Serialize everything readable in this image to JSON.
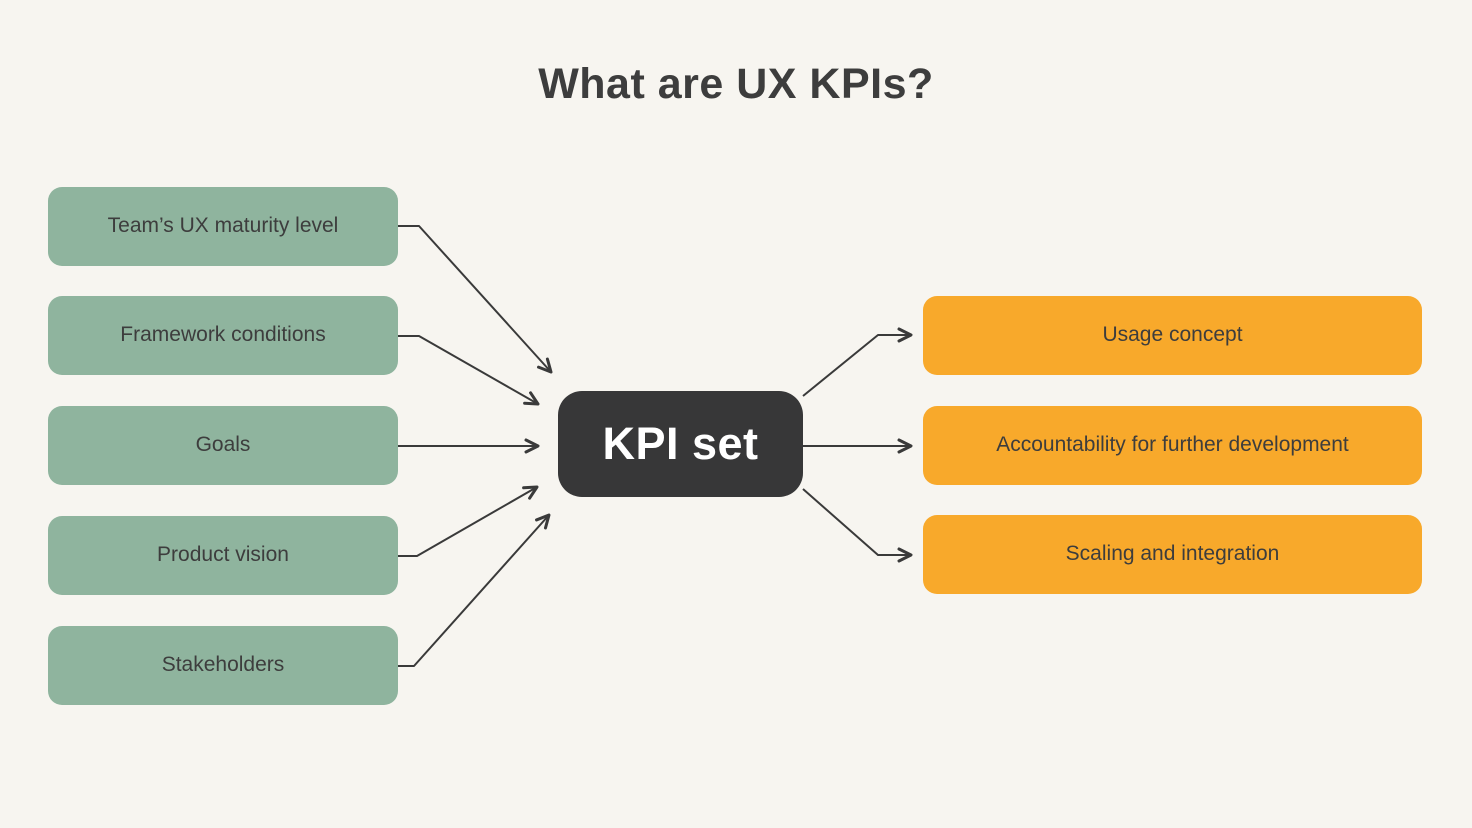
{
  "title": "What are UX KPIs?",
  "center": {
    "label": "KPI set"
  },
  "inputs": [
    {
      "label": "Team’s UX maturity level"
    },
    {
      "label": "Framework conditions"
    },
    {
      "label": "Goals"
    },
    {
      "label": "Product vision"
    },
    {
      "label": "Stakeholders"
    }
  ],
  "outputs": [
    {
      "label": "Usage concept"
    },
    {
      "label": "Accountability for further development"
    },
    {
      "label": "Scaling and integration"
    }
  ],
  "connections": [
    {
      "from": "Team’s UX maturity level",
      "to": "KPI set"
    },
    {
      "from": "Framework conditions",
      "to": "KPI set"
    },
    {
      "from": "Goals",
      "to": "KPI set"
    },
    {
      "from": "Product vision",
      "to": "KPI set"
    },
    {
      "from": "Stakeholders",
      "to": "KPI set"
    },
    {
      "from": "KPI set",
      "to": "Usage concept"
    },
    {
      "from": "KPI set",
      "to": "Accountability for further development"
    },
    {
      "from": "KPI set",
      "to": "Scaling and integration"
    }
  ],
  "colors": {
    "background": "#f7f5f0",
    "input_box": "#8fb49e",
    "output_box": "#f8a92b",
    "center_box": "#373738",
    "arrow": "#3a3a3a",
    "text_dark": "#3d3d3d",
    "center_text": "#ffffff"
  }
}
